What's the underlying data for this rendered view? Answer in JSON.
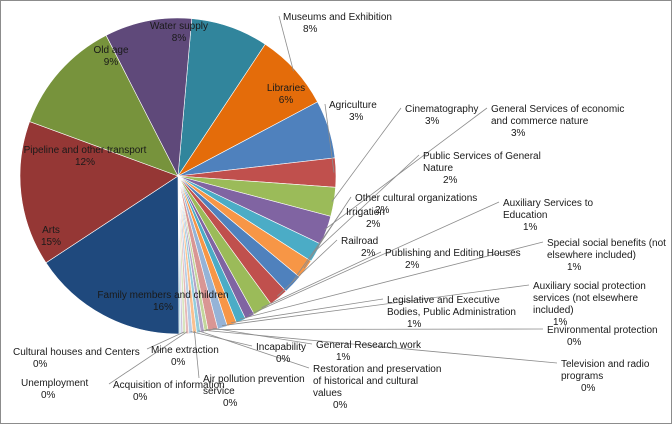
{
  "chart_data": {
    "type": "pie",
    "title": "",
    "slices": [
      {
        "name": "Water supply",
        "value": 8,
        "label": "8%",
        "color": "#31859c"
      },
      {
        "name": "Museums and Exhibition",
        "value": 8,
        "label": "8%",
        "color": "#e46c0a"
      },
      {
        "name": "Libraries",
        "value": 6,
        "label": "6%",
        "color": "#4f81bd"
      },
      {
        "name": "Agriculture",
        "value": 3,
        "label": "3%",
        "color": "#c0504d"
      },
      {
        "name": "Cinematography",
        "value": 3,
        "label": "3%",
        "color": "#9bbb59"
      },
      {
        "name": "General Services of economic and commerce nature",
        "value": 3,
        "label": "3%",
        "color": "#8064a2"
      },
      {
        "name": "Public Services of General Nature",
        "value": 2,
        "label": "2%",
        "color": "#4bacc6"
      },
      {
        "name": "Other cultural organizations",
        "value": 2,
        "label": "2%",
        "color": "#f79646"
      },
      {
        "name": "Irrigation",
        "value": 2,
        "label": "2%",
        "color": "#4f81bd"
      },
      {
        "name": "Railroad",
        "value": 2,
        "label": "2%",
        "color": "#c0504d"
      },
      {
        "name": "Publishing and Editing Houses",
        "value": 2,
        "label": "2%",
        "color": "#9bbb59"
      },
      {
        "name": "Auxiliary Services to Education",
        "value": 1,
        "label": "1%",
        "color": "#8064a2"
      },
      {
        "name": "Special social benefits (not elsewhere included)",
        "value": 1,
        "label": "1%",
        "color": "#4bacc6"
      },
      {
        "name": "Legislative and Executive Bodies, Public Administration",
        "value": 1,
        "label": "1%",
        "color": "#f79646"
      },
      {
        "name": "Auxiliary social protection services (not elsewhere included)",
        "value": 1,
        "label": "1%",
        "color": "#95b3d7"
      },
      {
        "name": "General Research work",
        "value": 1,
        "label": "1%",
        "color": "#d99694"
      },
      {
        "name": "Environmental protection",
        "value": 0.4,
        "label": "0%",
        "color": "#c3d69b"
      },
      {
        "name": "Television and radio programs",
        "value": 0.4,
        "label": "0%",
        "color": "#b2a2c7"
      },
      {
        "name": "Restoration and preservation of historical and cultural values",
        "value": 0.4,
        "label": "0%",
        "color": "#93cddd"
      },
      {
        "name": "Air pollution prevention service",
        "value": 0.4,
        "label": "0%",
        "color": "#fac090"
      },
      {
        "name": "Incapability",
        "value": 0.4,
        "label": "0%",
        "color": "#b9cde5"
      },
      {
        "name": "Acquisition of information",
        "value": 0.3,
        "label": "0%",
        "color": "#e6b9b8"
      },
      {
        "name": "Mine extraction",
        "value": 0.3,
        "label": "0%",
        "color": "#d7e4bd"
      },
      {
        "name": "Unemployment",
        "value": 0.2,
        "label": "0%",
        "color": "#ccc1da"
      },
      {
        "name": "Cultural houses and Centers",
        "value": 0.2,
        "label": "0%",
        "color": "#b7dee8"
      },
      {
        "name": "Family members and children",
        "value": 16,
        "label": "16%",
        "color": "#1f497d"
      },
      {
        "name": "Arts",
        "value": 15,
        "label": "15%",
        "color": "#953735"
      },
      {
        "name": "Pipeline and other transport",
        "value": 12,
        "label": "12%",
        "color": "#77933c"
      },
      {
        "name": "Old age",
        "value": 9,
        "label": "9%",
        "color": "#5f497a"
      }
    ]
  }
}
